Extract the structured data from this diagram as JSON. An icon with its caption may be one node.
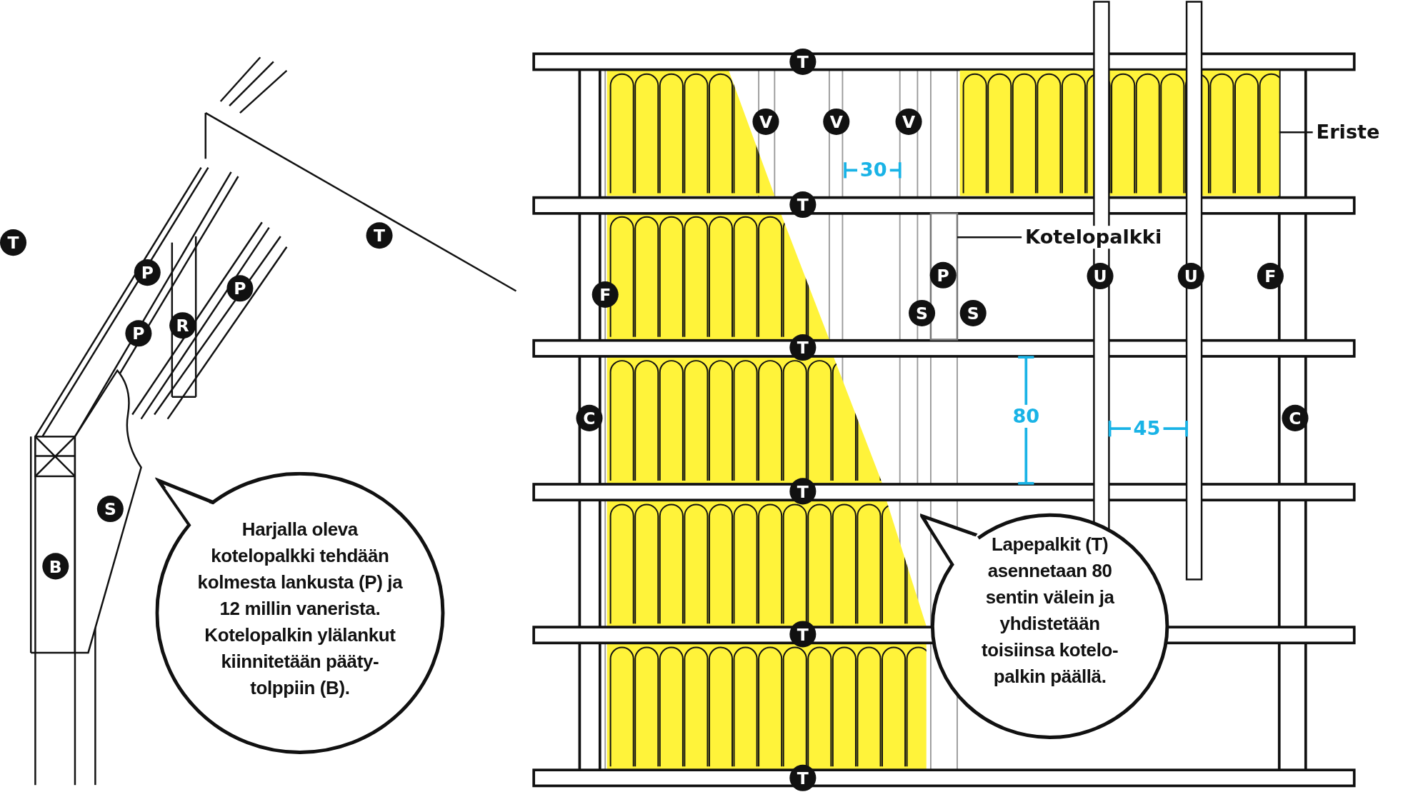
{
  "diagram": {
    "nodes": [
      {
        "text": [
          "Eriste"
        ]
      },
      {
        "text": [],
        "shape": "box"
      },
      {
        "text": [
          "Kotelopalkki"
        ]
      },
      {
        "text": [],
        "shape": "box"
      },
      {
        "text": [
          "Harjalla oleva kotelopalkki tehdään kolmesta lankusta (P) ja 12 millin vanerista. Kotelopalkin ylälankut kiinnitetään pääty-tolppiin (B)."
        ]
      },
      {
        "text": [
          "Lapepalkit (T) asennetaan 80 sentin välein ja yhdistetään toisiinsa kotelo-palkin päällä."
        ]
      }
    ],
    "edges": [
      {
        "from": 0,
        "to": 3,
        "arrow": "none"
      },
      {
        "from": 2,
        "to": 1,
        "arrow": "none"
      }
    ],
    "labels": [
      "T",
      "V",
      "V",
      "V",
      "30",
      "T",
      "T",
      "T",
      "P",
      "P",
      "F",
      "P",
      "U",
      "U",
      "F",
      "P",
      "R",
      "S",
      "S",
      "T",
      "C",
      "80",
      "C",
      "45",
      "T",
      "S",
      "B",
      "T",
      "T"
    ]
  }
}
